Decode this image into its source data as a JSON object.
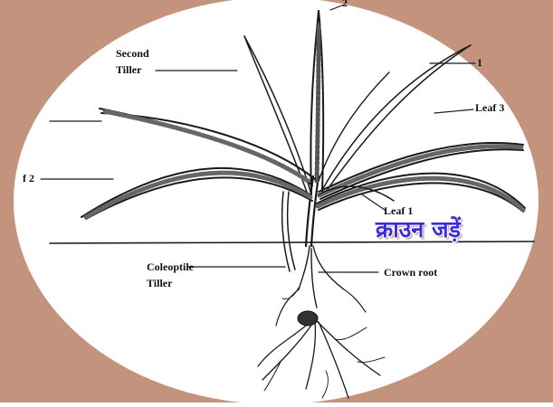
{
  "colors": {
    "background": "#c99882",
    "oval": "#ffffff",
    "ink": "#1a1a1a",
    "overlay_text": "#3a2fd6"
  },
  "labels": {
    "top_partial": "2",
    "second_tiller_line1": "Second",
    "second_tiller_line2": "Tiller",
    "right_partial": "1",
    "leaf3": "Leaf 3",
    "leaf2_partial": "f 2",
    "leaf1": "Leaf 1",
    "coleoptile_line1": "Coleoptile",
    "coleoptile_line2": "Tiller",
    "crown_root": "Crown root"
  },
  "overlay": {
    "hindi_title": "क्राउन जड़ें"
  }
}
